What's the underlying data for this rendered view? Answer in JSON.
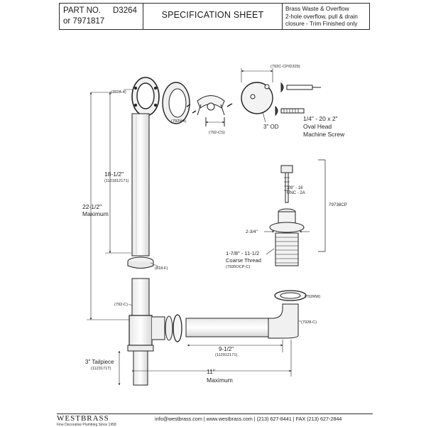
{
  "header": {
    "part_no_label": "PART NO.",
    "part_no_value": "D3264",
    "alt_part": "or 7971817",
    "title": "SPECIFICATION SHEET",
    "description_line1": "Brass Waste & Overflow",
    "description_line2": "2-hole overflow, pull & drain",
    "description_line3": "closure - Trim Finished only"
  },
  "diagram": {
    "part_792a4": "(792A-4)",
    "part_792w4": "(792W4)",
    "part_792cs": "(792-CS)",
    "part_792cp": "(792C-CP/D329)",
    "od_3": "3\" OD",
    "screw_size": "1/4\" - 20 x 2\"",
    "screw_line1": "Oval Head",
    "screw_line2": "Machine Screw",
    "dim_18_5": "18-1/2\"",
    "dim_18_5_code": "(1121812171)",
    "dim_22_5": "22-1/2\"",
    "dim_22_5_sub": "Maximum",
    "thread_38_line1": "3/8\" - 16",
    "thread_38_line2": "UNC - 2A",
    "part_79738cp": "79738CP",
    "dim_2_34": "2-3/4\"",
    "coarse_line1": "1-7/8\" - 11-1/2",
    "coarse_line2": "Coarse Thread",
    "part_7935ocp": "(7935OCP-C)",
    "part_818f": "(818-F)",
    "part_792rw": "(792RW)",
    "part_792c": "(792-C)",
    "part_7928c": "(7928-C)",
    "dim_9_5": "9-1/2\"",
    "dim_9_5_code": "(112912171)",
    "tailpiece": "3\" Tailpiece",
    "tailpiece_code": "(1123171T)",
    "dim_11": "11\"",
    "dim_11_sub": "Maximum"
  },
  "footer": {
    "brand": "WESTBRASS",
    "tagline": "Fine Decorative Plumbing Since 1958",
    "contact": "info@westbrass.com   |   www.westbrass.com   |     (213)  627-8441   |    FAX (213)  627-2844"
  }
}
